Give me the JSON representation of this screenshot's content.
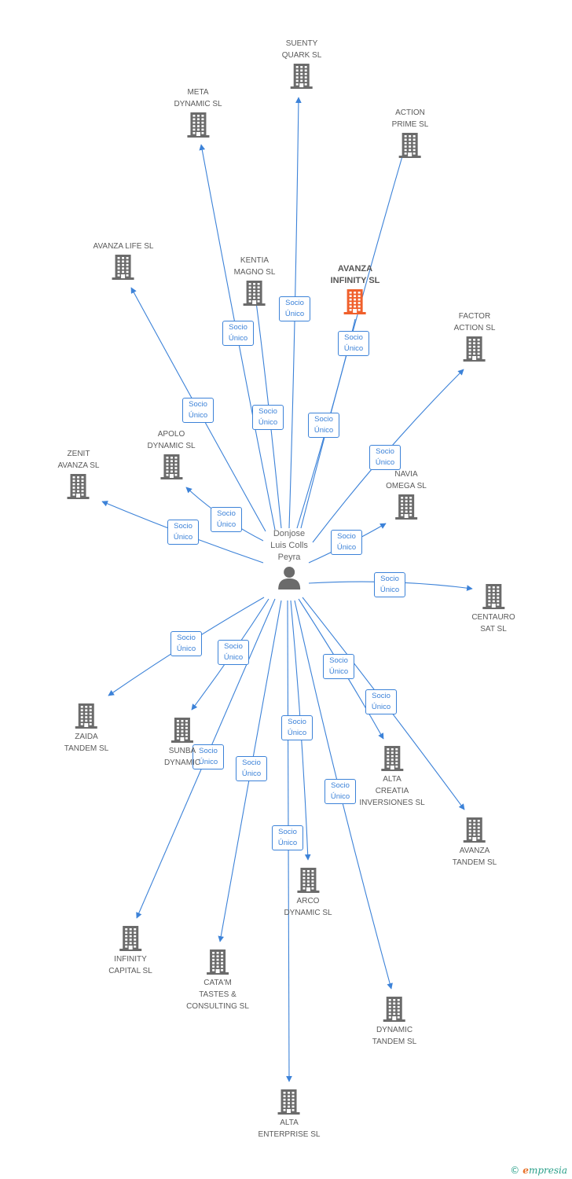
{
  "colors": {
    "edge": "#3c82d8",
    "company": "#6b6b6b",
    "highlight": "#f0602c",
    "person": "#6b6b6b"
  },
  "person": {
    "label": [
      "Donjose",
      "Luis Colls",
      "Peyra"
    ],
    "icon": "person-icon"
  },
  "edge_label": [
    "Socio",
    "Único"
  ],
  "companies": [
    {
      "id": "suenty-quark",
      "label": [
        "SUENTY",
        "QUARK SL"
      ]
    },
    {
      "id": "meta-dynamic",
      "label": [
        "META",
        "DYNAMIC SL"
      ]
    },
    {
      "id": "action-prime",
      "label": [
        "ACTION",
        "PRIME SL"
      ]
    },
    {
      "id": "avanza-life",
      "label": [
        "AVANZA LIFE SL"
      ]
    },
    {
      "id": "kentia-magno",
      "label": [
        "KENTIA",
        "MAGNO SL"
      ]
    },
    {
      "id": "avanza-infinity",
      "label": [
        "AVANZA",
        "INFINITY SL"
      ],
      "highlight": true
    },
    {
      "id": "factor-action",
      "label": [
        "FACTOR",
        "ACTION SL"
      ]
    },
    {
      "id": "apolo-dynamic",
      "label": [
        "APOLO",
        "DYNAMIC SL"
      ]
    },
    {
      "id": "zenit-avanza",
      "label": [
        "ZENIT",
        "AVANZA SL"
      ]
    },
    {
      "id": "navia-omega",
      "label": [
        "NAVIA",
        "OMEGA SL"
      ]
    },
    {
      "id": "centauro-sat",
      "label": [
        "CENTAURO",
        "SAT SL"
      ]
    },
    {
      "id": "zaida-tandem",
      "label": [
        "ZAIDA",
        "TANDEM SL"
      ]
    },
    {
      "id": "sunba-dynamic",
      "label": [
        "SUNBA",
        "DYNAMIC"
      ]
    },
    {
      "id": "alta-creatia",
      "label": [
        "ALTA",
        "CREATIA",
        "INVERSIONES SL"
      ]
    },
    {
      "id": "avanza-tandem",
      "label": [
        "AVANZA",
        "TANDEM SL"
      ]
    },
    {
      "id": "arco-dynamic",
      "label": [
        "ARCO",
        "DYNAMIC SL"
      ]
    },
    {
      "id": "infinity-capital",
      "label": [
        "INFINITY",
        "CAPITAL SL"
      ]
    },
    {
      "id": "catam-tastes",
      "label": [
        "CATA'M",
        "TASTES &",
        "CONSULTING SL"
      ]
    },
    {
      "id": "dynamic-tandem",
      "label": [
        "DYNAMIC",
        "TANDEM SL"
      ]
    },
    {
      "id": "alta-enterprise",
      "label": [
        "ALTA",
        "ENTERPRISE SL"
      ]
    }
  ],
  "credit": {
    "copyright": "©",
    "brand_e": "e",
    "brand_rest": "mpresia"
  }
}
